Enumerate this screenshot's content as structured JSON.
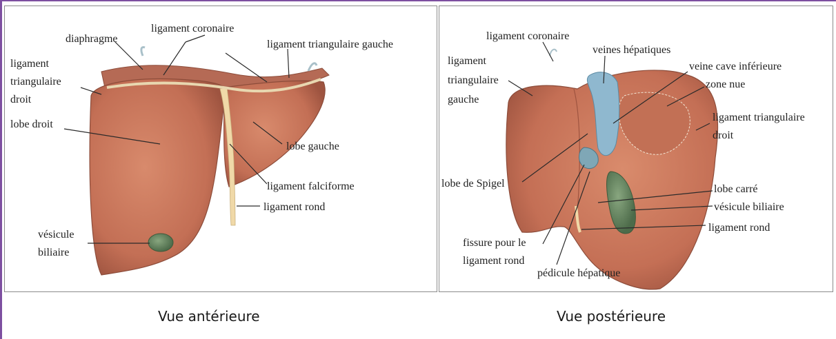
{
  "anterior": {
    "caption": "Vue antérieure",
    "labels": {
      "diaphragme": "diaphragme",
      "ligament_coronaire": "ligament coronaire",
      "ligament_triangulaire_gauche": "ligament triangulaire gauche",
      "ligament_triangulaire_droit_1": "ligament",
      "ligament_triangulaire_droit_2": "triangulaire",
      "ligament_triangulaire_droit_3": "droit",
      "lobe_droit": "lobe droit",
      "lobe_gauche": "lobe gauche",
      "ligament_falciforme": "ligament falciforme",
      "ligament_rond": "ligament rond",
      "vesicule_1": "vésicule",
      "vesicule_2": "biliaire"
    }
  },
  "posterior": {
    "caption": "Vue postérieure",
    "labels": {
      "ligament_coronaire": "ligament coronaire",
      "veines_hepatiques": "veines hépatiques",
      "ligament_triangulaire_gauche_1": "ligament",
      "ligament_triangulaire_gauche_2": "triangulaire",
      "ligament_triangulaire_gauche_3": "gauche",
      "veine_cave_inferieure": "veine cave inférieure",
      "zone_nue": "zone nue",
      "ligament_triangulaire_droit_1": "ligament triangulaire",
      "ligament_triangulaire_droit_2": "droit",
      "lobe_de_spigel": "lobe de Spigel",
      "lobe_carre": "lobe carré",
      "vesicule_biliaire": "vésicule biliaire",
      "ligament_rond": "ligament rond",
      "fissure_1": "fissure pour le",
      "fissure_2": "ligament rond",
      "pedicule_hepatique": "pédicule hépatique"
    }
  },
  "colors": {
    "liver": "#c8745a",
    "liver_dark": "#a85a44",
    "ligament": "#f0d9a8",
    "gallbladder": "#6f8f6a",
    "vein": "#8fb8cf",
    "frame": "#7d4fa0"
  }
}
